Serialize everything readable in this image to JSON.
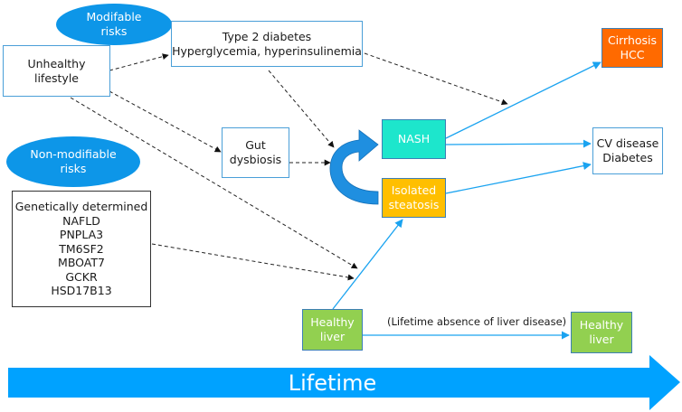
{
  "colors": {
    "ellipse_blue": "#0d96e8",
    "box_border_blue": "#4a9fd8",
    "nash_teal": "#1de6cc",
    "steatosis_amber": "#ffbf00",
    "cirrhosis_orange": "#ff6a00",
    "healthy_green": "#92d050",
    "blue_arrow": "#1aa3f0",
    "lifetime_arrow": "#00a2ff",
    "curved_arrow": "#1f8fe0",
    "dashed": "#222222"
  },
  "ellipses": {
    "modifiable": [
      "Modifable",
      "risks"
    ],
    "non_modifiable": [
      "Non-modifiable",
      "risks"
    ]
  },
  "boxes": {
    "unhealthy_lifestyle": [
      "Unhealthy",
      "lifestyle"
    ],
    "type2_diabetes": [
      "Type 2 diabetes",
      "Hyperglycemia, hyperinsulinemia"
    ],
    "gut_dysbiosis": [
      "Gut",
      "dysbiosis"
    ],
    "genetic": [
      "Genetically determined",
      "NAFLD",
      "PNPLA3",
      "TM6SF2",
      "MBOAT7",
      "GCKR",
      "HSD17B13"
    ],
    "nash": [
      "NASH"
    ],
    "isolated_steatosis": [
      "Isolated",
      "steatosis"
    ],
    "cirrhosis_hcc": [
      "Cirrhosis",
      "HCC"
    ],
    "cv_disease": [
      "CV disease",
      "Diabetes"
    ],
    "healthy_liver_start": [
      "Healthy",
      "liver"
    ],
    "healthy_liver_end": [
      "Healthy",
      "liver"
    ]
  },
  "annotations": {
    "lifetime_absence": "(Lifetime absence of liver disease)"
  },
  "timeline": {
    "label": "Lifetime"
  }
}
